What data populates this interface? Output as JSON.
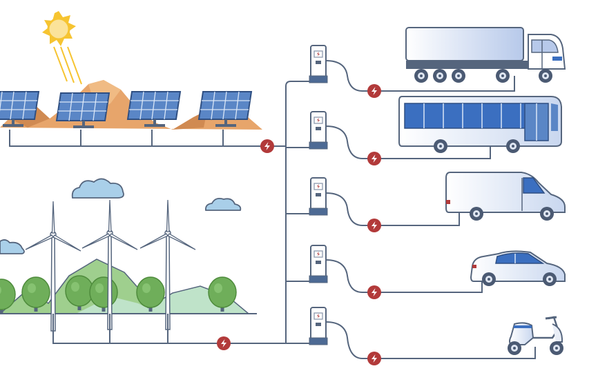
{
  "diagram": {
    "nodes": [
      {
        "id": "solar-farm",
        "icon": "solar-panel-icon"
      },
      {
        "id": "wind-farm",
        "icon": "wind-turbine-icon"
      },
      {
        "id": "charger-1",
        "icon": "charging-station-icon"
      },
      {
        "id": "charger-2",
        "icon": "charging-station-icon"
      },
      {
        "id": "charger-3",
        "icon": "charging-station-icon"
      },
      {
        "id": "charger-4",
        "icon": "charging-station-icon"
      },
      {
        "id": "charger-5",
        "icon": "charging-station-icon"
      },
      {
        "id": "truck",
        "icon": "truck-icon"
      },
      {
        "id": "bus",
        "icon": "bus-icon"
      },
      {
        "id": "van",
        "icon": "van-icon"
      },
      {
        "id": "car",
        "icon": "car-icon"
      },
      {
        "id": "scooter",
        "icon": "scooter-icon"
      }
    ],
    "edges": [
      {
        "from": "solar-farm",
        "to": "charger-1",
        "icon": "lightning-icon"
      },
      {
        "from": "wind-farm",
        "to": "charger-5",
        "icon": "lightning-icon"
      },
      {
        "from": "charger-1",
        "to": "truck",
        "icon": "lightning-icon"
      },
      {
        "from": "charger-2",
        "to": "bus",
        "icon": "lightning-icon"
      },
      {
        "from": "charger-3",
        "to": "van",
        "icon": "lightning-icon"
      },
      {
        "from": "charger-4",
        "to": "car",
        "icon": "lightning-icon"
      },
      {
        "from": "charger-5",
        "to": "scooter",
        "icon": "lightning-icon"
      }
    ]
  },
  "colors": {
    "line": "#55657d",
    "bolt_badge": "#b23a3a",
    "sun": "#f6c431",
    "solar_panel": "#5a86c6",
    "dune": "#e7a56b",
    "hill": "#9fcf8e",
    "tree": "#6fae5a",
    "cloud": "#a9cfe9",
    "vehicle_body": "#e9eef7",
    "vehicle_accent": "#3b6fc0"
  }
}
